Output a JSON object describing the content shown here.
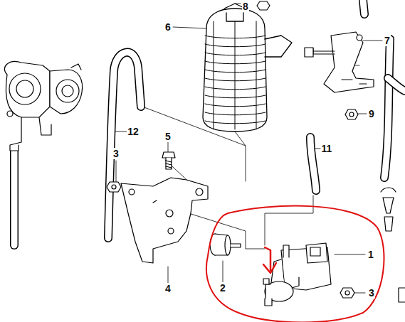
{
  "diagram": {
    "labels": [
      "8",
      "6",
      "7",
      "9",
      "12",
      "5",
      "3",
      "11",
      "4",
      "2",
      "1",
      "3"
    ]
  }
}
